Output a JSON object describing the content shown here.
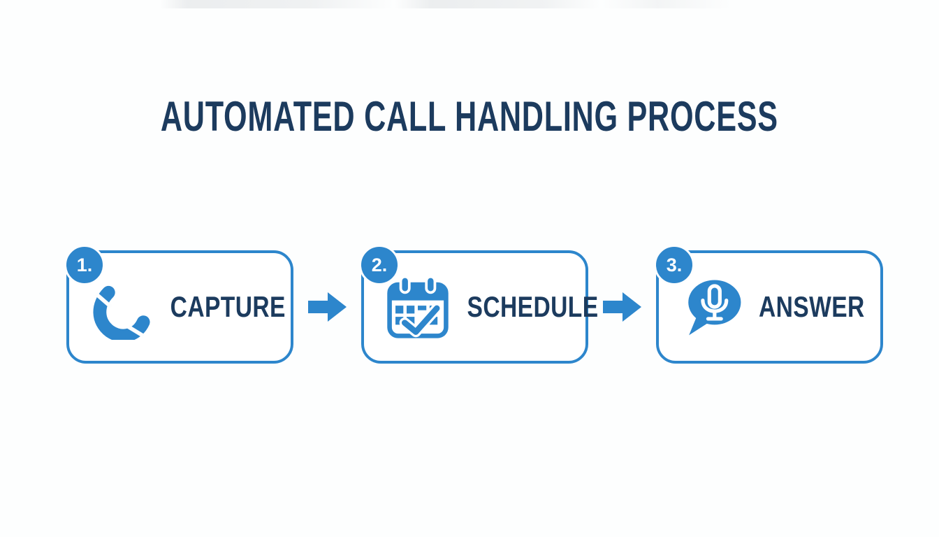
{
  "title": "AUTOMATED CALL HANDLING PROCESS",
  "colors": {
    "accent_blue": "#2d86cc",
    "navy_text": "#1c3b5e",
    "background": "#fdfefe",
    "box_fill": "#ffffff",
    "badge_text": "#ffffff"
  },
  "steps": [
    {
      "number": "1.",
      "label": "CAPTURE",
      "icon": "phone-icon"
    },
    {
      "number": "2.",
      "label": "SCHEDULE",
      "icon": "calendar-check-icon"
    },
    {
      "number": "3.",
      "label": "ANSWER",
      "icon": "mic-speech-bubble-icon"
    }
  ],
  "connectors": [
    {
      "icon": "arrow-right-icon"
    },
    {
      "icon": "arrow-right-icon"
    }
  ]
}
